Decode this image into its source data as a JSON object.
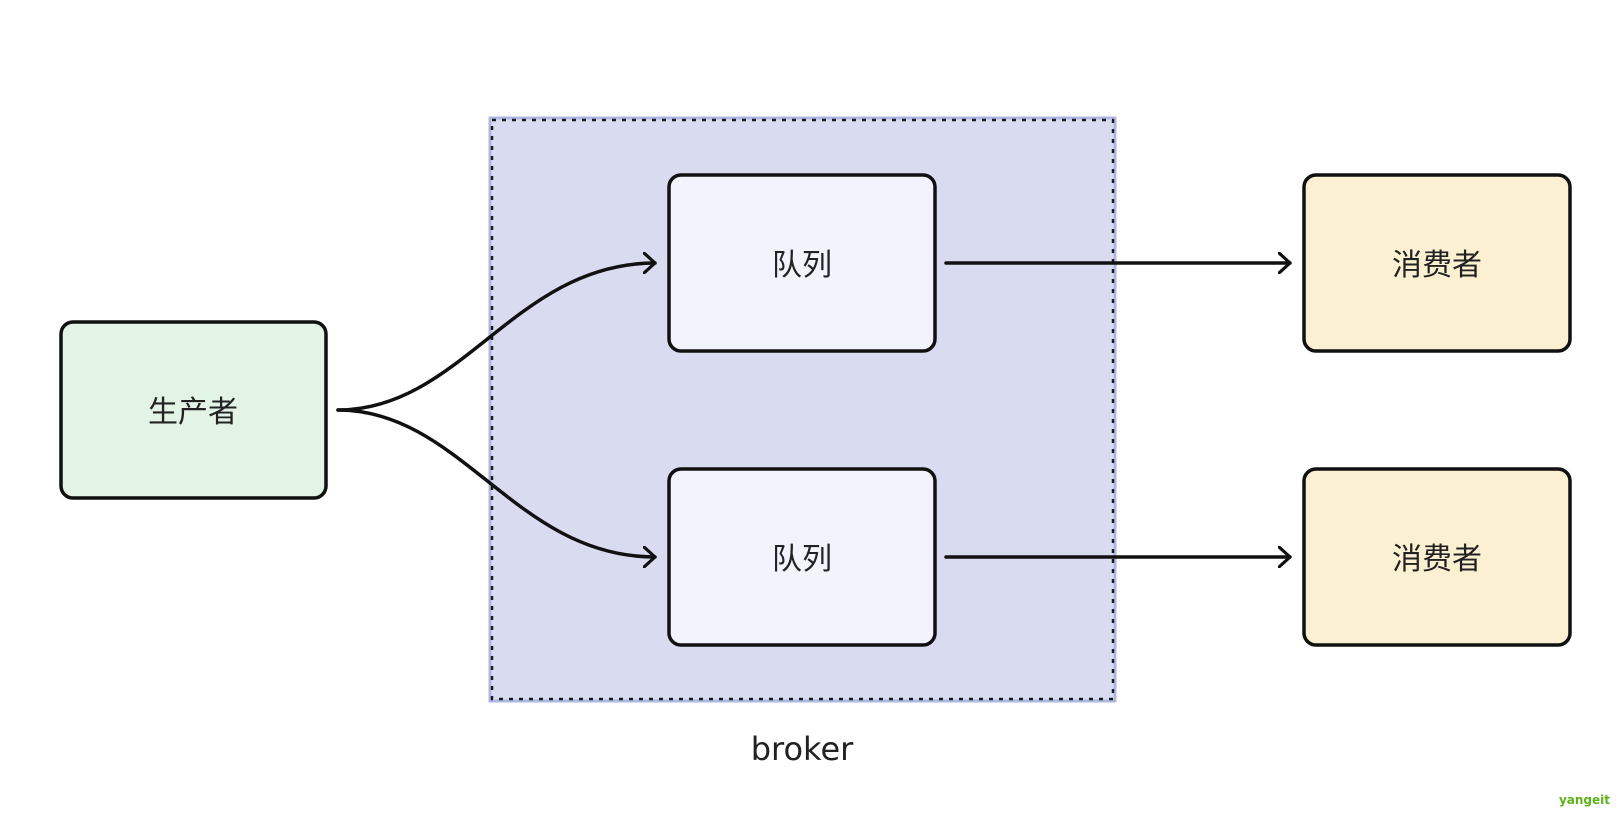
{
  "broker": {
    "label": "broker",
    "fill": "#D9DCF0",
    "border": "#1a1a1a"
  },
  "producer": {
    "label": "生产者",
    "fill": "#E3F3E5"
  },
  "queues": [
    {
      "label": "队列",
      "fill": "#F1F4FC"
    },
    {
      "label": "队列",
      "fill": "#F1F4FC"
    }
  ],
  "consumers": [
    {
      "label": "消费者",
      "fill": "#FCF0D2"
    },
    {
      "label": "消费者",
      "fill": "#FCF0D2"
    }
  ],
  "watermark": {
    "text": "yangeit",
    "color": "#5DB319"
  },
  "edge_color": "#111111"
}
